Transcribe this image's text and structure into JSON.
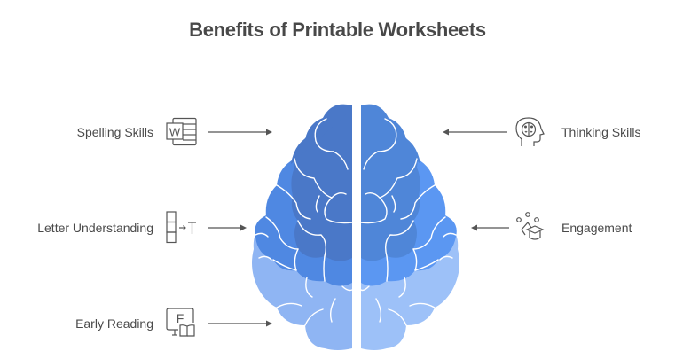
{
  "title": "Benefits of Printable Worksheets",
  "colors": {
    "title": "#484848",
    "label": "#4a4a4a",
    "icon_stroke": "#555555",
    "arrow": "#555555",
    "brain_top_left": "#4a78c8",
    "brain_top_right": "#4f86d8",
    "brain_mid_left": "#4f88e2",
    "brain_mid_right": "#5b97f2",
    "brain_bottom_left": "#8fb5f3",
    "brain_bottom_right": "#9dc1f8",
    "gyri_lines": "#ffffff"
  },
  "left_items": [
    {
      "label": "Spelling Skills",
      "icon": "word-document-icon"
    },
    {
      "label": "Letter Understanding",
      "icon": "letter-blocks-to-text-icon"
    },
    {
      "label": "Early Reading",
      "icon": "letter-board-book-icon"
    }
  ],
  "right_items": [
    {
      "label": "Thinking Skills",
      "icon": "head-brain-icon"
    },
    {
      "label": "Engagement",
      "icon": "graduation-cap-network-icon"
    }
  ]
}
